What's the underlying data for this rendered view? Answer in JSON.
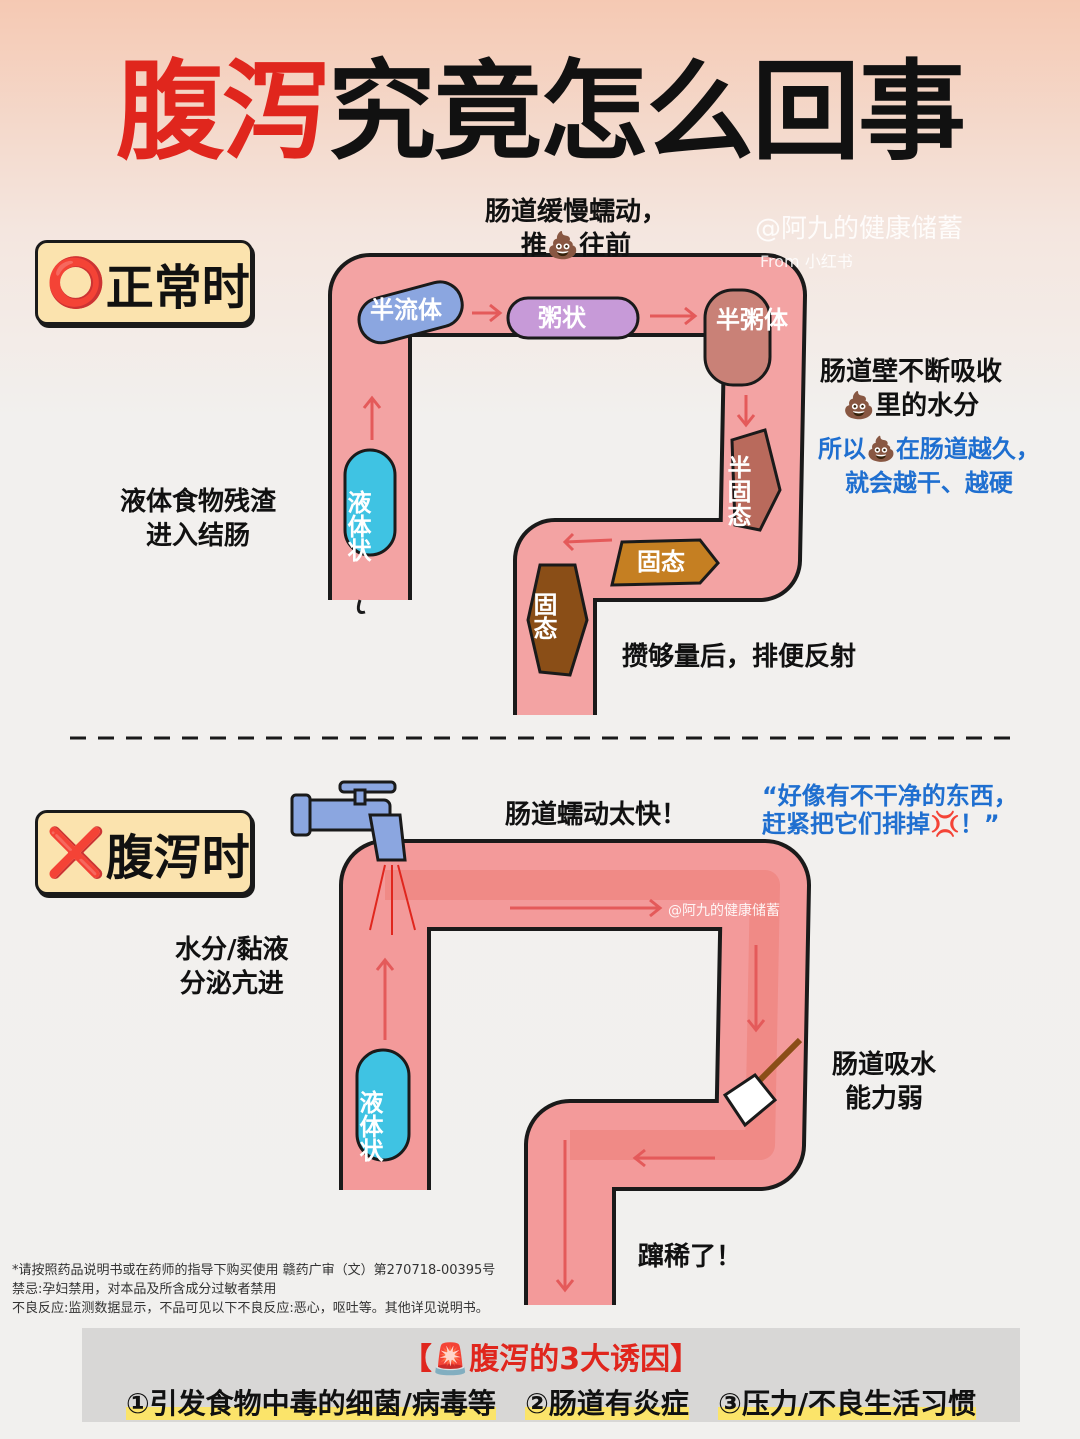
{
  "title": {
    "part1": "腹泻",
    "part2": "究竟怎么回事"
  },
  "watermark": {
    "handle": "@阿九的健康储蓄",
    "source": "From 小红书",
    "inline": "@阿九的健康储蓄"
  },
  "normal": {
    "badge_icon": "⭕",
    "badge": "正常时",
    "top_label": "肠道缓慢蠕动，",
    "top_label2": "推💩往前",
    "left_label": "液体食物残渣",
    "left_label2": "进入结肠",
    "right_label": "肠道壁不断吸收",
    "right_label2": "💩里的水分",
    "right_blue": "所以💩在肠道越久，",
    "right_blue2": "就会越干、越硬",
    "bottom_label": "攒够量后，排便反射",
    "stages": [
      "液体状",
      "半流体",
      "粥状",
      "半粥体",
      "半固态",
      "固态",
      "固态"
    ]
  },
  "diarrhea": {
    "badge_icon": "❌",
    "badge": "腹泻时",
    "top_label": "肠道蠕动太快！",
    "quote": "“好像有不干净的东西，",
    "quote2": "赶紧把它们排掉💢！”",
    "left_label": "水分/黏液",
    "left_label2": "分泌亢进",
    "right_label": "肠道吸水",
    "right_label2": "能力弱",
    "bottom_label": "蹿稀了！",
    "stage": "液体状"
  },
  "disclaimer": [
    "*请按照药品说明书或在药师的指导下购买使用  赣药广审（文）第270718-00395号",
    "禁忌:孕妇禁用，对本品及所含成分过敏者禁用",
    "不良反应:监测数据显示，不品可见以下不良反应:恶心，呕吐等。其他详见说明书。"
  ],
  "causes": {
    "heading": "【🚨腹泻的3大诱因】",
    "items": [
      "①引发食物中毒的细菌/病毒等",
      "②肠道有炎症",
      "③压力/不良生活习惯"
    ]
  }
}
